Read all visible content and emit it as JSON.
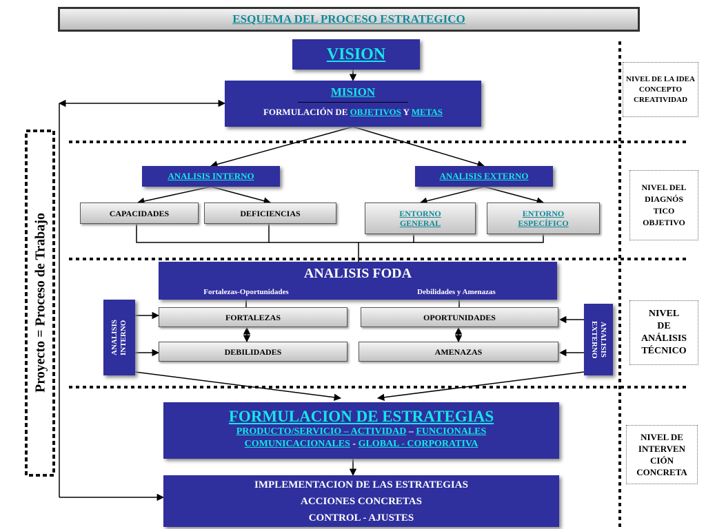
{
  "title": "ESQUEMA DEL PROCESO ESTRATEGICO",
  "vision": "VISION",
  "mision": {
    "title": "MISION",
    "formulacion_prefix": "FORMULACIÓN DE ",
    "objetivos": "OBJETIVOS",
    "y": " Y ",
    "metas": "METAS"
  },
  "analisis_interno": "ANALISIS INTERNO",
  "analisis_externo": "ANALISIS EXTERNO",
  "capacidades": "CAPACIDADES",
  "deficiencias": "DEFICIENCIAS",
  "entorno_general": "ENTORNO GENERAL",
  "entorno_especifico": "ENTORNO ESPECÍFICO",
  "foda": {
    "title": "ANALISIS FODA",
    "left_sub": "Fortalezas-Oportunidades",
    "right_sub": "Debilidades y Amenazas"
  },
  "fortalezas": "FORTALEZAS",
  "oportunidades": "OPORTUNIDADES",
  "debilidades": "DEBILIDADES",
  "amenazas": "AMENAZAS",
  "side_interno": "ANALISIS INTERNO",
  "side_externo": "ANALISIS EXTERNO",
  "estrategias": {
    "title": "FORMULACION DE ESTRATEGIAS",
    "line1_a": "PRODUCTO/SERVICIO – ACTIVIDAD",
    "line1_sep": " – ",
    "line1_b": "FUNCIONALES",
    "line2_a": "COMUNICACIONALES",
    "line2_sep1": " - ",
    "line2_b": "GLOBAL - CORPORATIVA"
  },
  "implementacion": {
    "line1": "IMPLEMENTACION DE LAS ESTRATEGIAS",
    "line2": "ACCIONES CONCRETAS",
    "line3": "CONTROL - AJUSTES"
  },
  "proyecto": "Proyecto = Proceso de Trabajo",
  "niveles": {
    "n1": "NIVEL DE LA IDEA CONCEPTO CREATIVIDAD",
    "n2": "NIVEL DEL DIAGNÓS TICO OBJETIVO",
    "n3": "NIVEL DE ANÁLISIS TÉCNICO",
    "n4": "NIVEL DE INTERVEN CIÓN CONCRETA"
  },
  "colors": {
    "box_blue": "#2f2f9e",
    "link_cyan": "#15e6e6",
    "link_teal": "#128a9a"
  }
}
